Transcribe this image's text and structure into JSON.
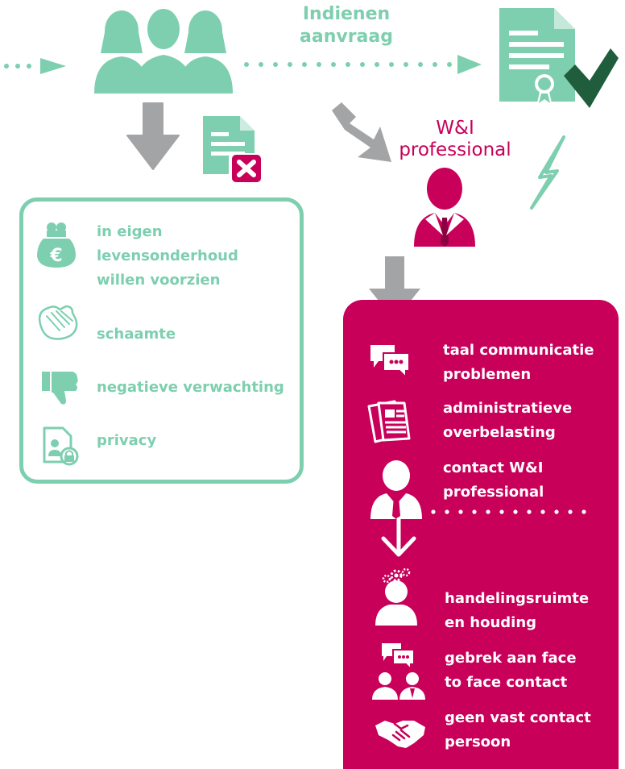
{
  "colors": {
    "teal": "#7dcfb0",
    "magenta": "#c8005a",
    "gray": "#a3a4a6",
    "dark_green": "#1f5d3d",
    "white": "#ffffff"
  },
  "top": {
    "submit_label_line1": "Indienen",
    "submit_label_line2": "aanvraag",
    "professional_label_line1": "W&I",
    "professional_label_line2": "professional"
  },
  "left_box": {
    "items": [
      {
        "icon": "euro-purse-icon",
        "lines": [
          "in eigen",
          "levensonderhoud",
          "willen voorzien"
        ]
      },
      {
        "icon": "covering-hands-icon",
        "lines": [
          "schaamte"
        ]
      },
      {
        "icon": "thumbs-down-icon",
        "lines": [
          "negatieve verwachting"
        ]
      },
      {
        "icon": "document-lock-icon",
        "lines": [
          "privacy"
        ]
      }
    ]
  },
  "right_box": {
    "items": [
      {
        "icon": "speech-bubbles-icon",
        "lines": [
          "taal communicatie",
          "problemen"
        ]
      },
      {
        "icon": "stacked-documents-icon",
        "lines": [
          "administratieve",
          "overbelasting"
        ]
      },
      {
        "icon": "professional-person-icon",
        "lines": [
          "contact W&I",
          "professional"
        ]
      },
      {
        "icon": "person-gears-icon",
        "lines": [
          "handelingsruimte",
          "en houding"
        ]
      },
      {
        "icon": "people-chat-icon",
        "lines": [
          "gebrek aan face",
          "to face contact"
        ]
      },
      {
        "icon": "handshake-icon",
        "lines": [
          "geen vast contact",
          "persoon"
        ]
      }
    ]
  }
}
